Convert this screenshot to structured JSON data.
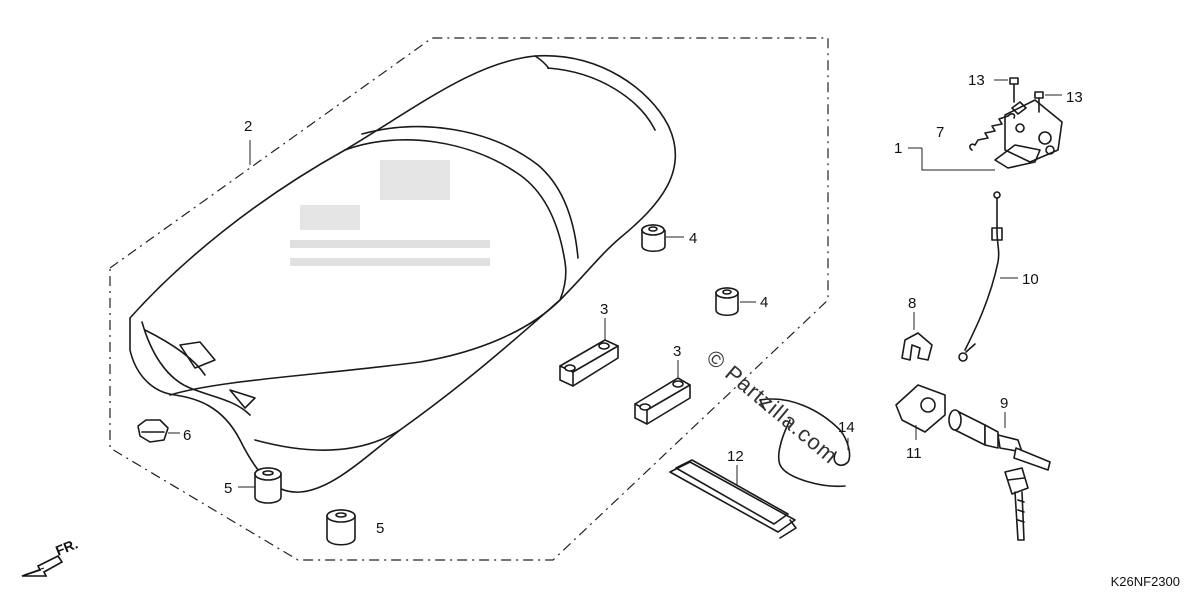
{
  "callouts": {
    "c1": "1",
    "c2": "2",
    "c3a": "3",
    "c3b": "3",
    "c4a": "4",
    "c4b": "4",
    "c5a": "5",
    "c5b": "5",
    "c6": "6",
    "c7": "7",
    "c8": "8",
    "c9": "9",
    "c10": "10",
    "c11": "11",
    "c12": "12",
    "c13a": "13",
    "c13b": "13",
    "c14": "14"
  },
  "front_marker": "FR.",
  "diagram_code": "K26NF2300",
  "watermark": "© Partzilla.com"
}
